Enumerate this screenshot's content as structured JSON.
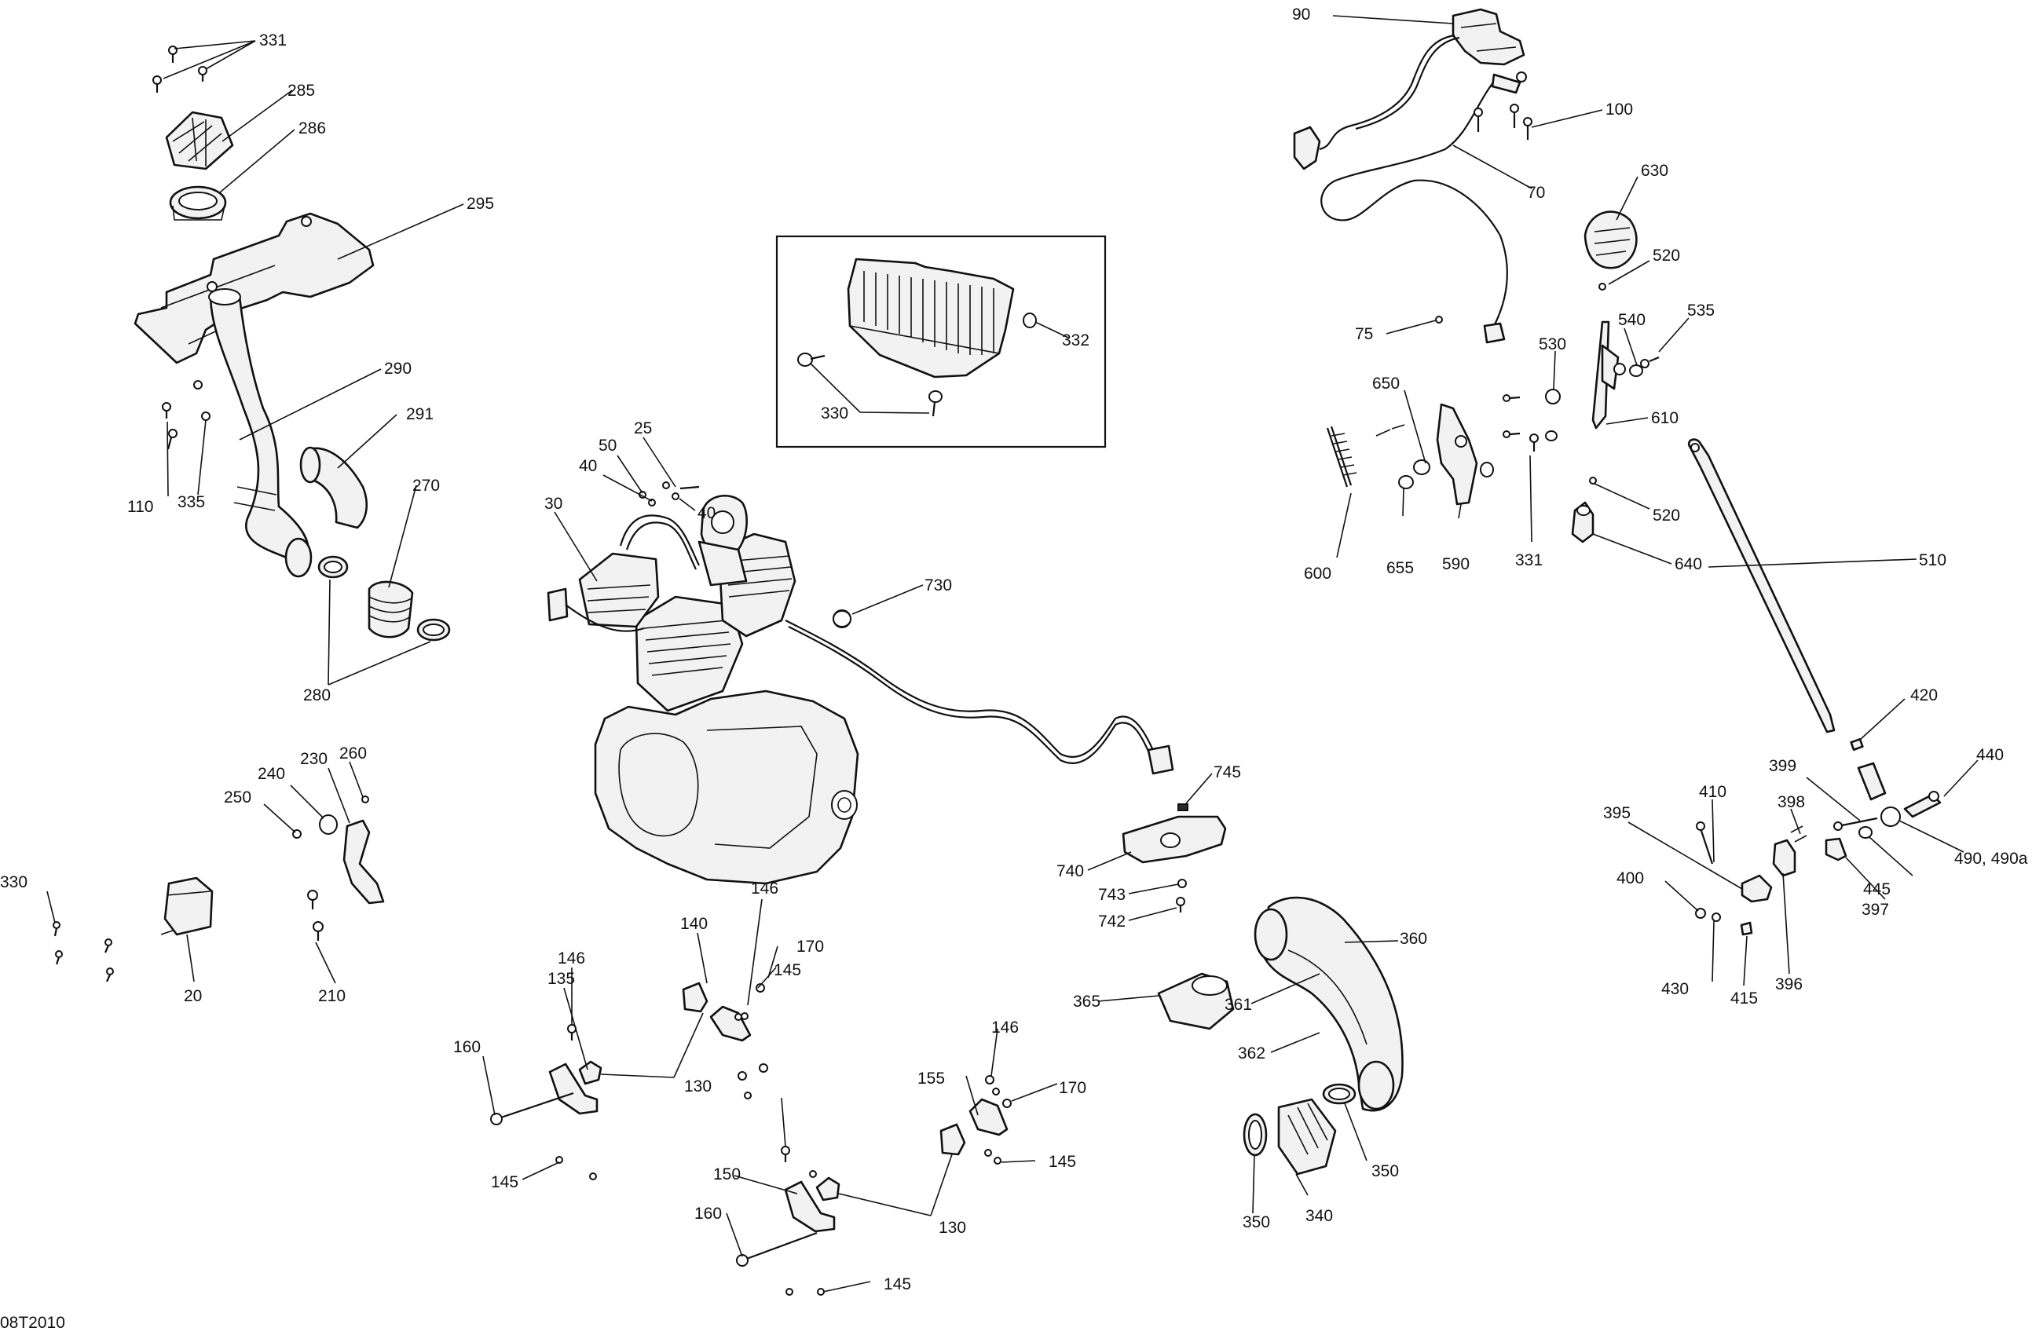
{
  "diagram": {
    "drawing_number": "08T2010",
    "callouts": [
      "331",
      "285",
      "286",
      "295",
      "290",
      "291",
      "110",
      "335",
      "270",
      "280",
      "30",
      "50",
      "25",
      "40",
      "40",
      "730",
      "330",
      "332",
      "90",
      "100",
      "70",
      "630",
      "520",
      "75",
      "650",
      "530",
      "540",
      "535",
      "610",
      "600",
      "655",
      "590",
      "331",
      "640",
      "520",
      "510",
      "420",
      "440",
      "399",
      "410",
      "398",
      "395",
      "400",
      "397",
      "445",
      "490, 490a",
      "430",
      "415",
      "396",
      "745",
      "740",
      "743",
      "742",
      "360",
      "365",
      "361",
      "362",
      "350",
      "350",
      "340",
      "250",
      "240",
      "230",
      "260",
      "330",
      "20",
      "210",
      "146",
      "140",
      "170",
      "145",
      "146",
      "135",
      "160",
      "130",
      "145",
      "146",
      "155",
      "170",
      "145",
      "150",
      "160",
      "130",
      "145"
    ]
  }
}
